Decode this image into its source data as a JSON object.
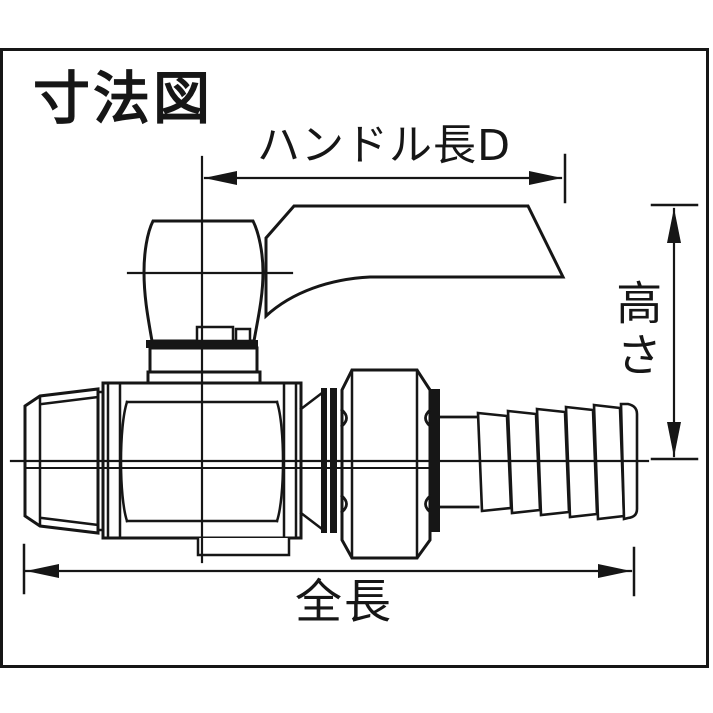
{
  "title": "寸法図",
  "dimensions": {
    "handle_length": {
      "label": "ハンドル長D"
    },
    "height": {
      "label": "高さ"
    },
    "total_length": {
      "label": "全長"
    }
  },
  "diagram": {
    "type": "technical-dimension-drawing",
    "subject": "ball-valve-with-male-thread-and-hose-barb"
  },
  "colors": {
    "line": "#161616",
    "background": "#ffffff"
  }
}
